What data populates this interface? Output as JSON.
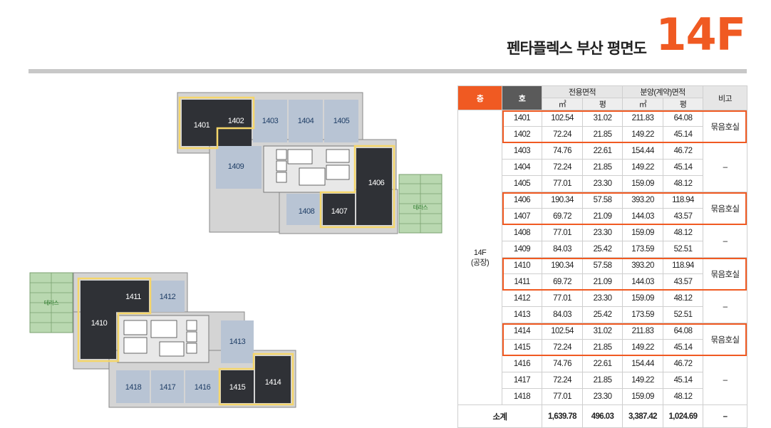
{
  "header": {
    "title": "펜타플렉스 부산 평면도",
    "floor": "14F"
  },
  "plan": {
    "terrace_label": "테라스",
    "units": [
      "1401",
      "1402",
      "1403",
      "1404",
      "1405",
      "1406",
      "1407",
      "1408",
      "1409",
      "1410",
      "1411",
      "1412",
      "1413",
      "1414",
      "1415",
      "1416",
      "1417",
      "1418"
    ]
  },
  "table": {
    "headers": {
      "floor": "층",
      "unit": "호",
      "exclusive": "전용면적",
      "sale": "분양(계약)면적",
      "note": "비고",
      "sqm": "㎡",
      "pyeong": "평"
    },
    "floor_label": "14F",
    "floor_sub": "(공장)",
    "rows": [
      [
        "1401",
        "102.54",
        "31.02",
        "211.83",
        "64.08"
      ],
      [
        "1402",
        "72.24",
        "21.85",
        "149.22",
        "45.14"
      ],
      [
        "1403",
        "74.76",
        "22.61",
        "154.44",
        "46.72"
      ],
      [
        "1404",
        "72.24",
        "21.85",
        "149.22",
        "45.14"
      ],
      [
        "1405",
        "77.01",
        "23.30",
        "159.09",
        "48.12"
      ],
      [
        "1406",
        "190.34",
        "57.58",
        "393.20",
        "118.94"
      ],
      [
        "1407",
        "69.72",
        "21.09",
        "144.03",
        "43.57"
      ],
      [
        "1408",
        "77.01",
        "23.30",
        "159.09",
        "48.12"
      ],
      [
        "1409",
        "84.03",
        "25.42",
        "173.59",
        "52.51"
      ],
      [
        "1410",
        "190.34",
        "57.58",
        "393.20",
        "118.94"
      ],
      [
        "1411",
        "69.72",
        "21.09",
        "144.03",
        "43.57"
      ],
      [
        "1412",
        "77.01",
        "23.30",
        "159.09",
        "48.12"
      ],
      [
        "1413",
        "84.03",
        "25.42",
        "173.59",
        "52.51"
      ],
      [
        "1414",
        "102.54",
        "31.02",
        "211.83",
        "64.08"
      ],
      [
        "1415",
        "72.24",
        "21.85",
        "149.22",
        "45.14"
      ],
      [
        "1416",
        "74.76",
        "22.61",
        "154.44",
        "46.72"
      ],
      [
        "1417",
        "72.24",
        "21.85",
        "149.22",
        "45.14"
      ],
      [
        "1418",
        "77.01",
        "23.30",
        "159.09",
        "48.12"
      ]
    ],
    "notes": {
      "bundle": "묶음호실",
      "dash": "–"
    },
    "subtotal": [
      "소계",
      "1,639.78",
      "496.03",
      "3,387.42",
      "1,024.69",
      "–"
    ]
  },
  "colors": {
    "accent": "#f05a22",
    "unit_dark": "#2f3136",
    "unit_light": "#b8c4d4",
    "wall": "#c9c9c9",
    "terrace": "#b9d8b0",
    "bundle_outline": "#f5d66a"
  }
}
